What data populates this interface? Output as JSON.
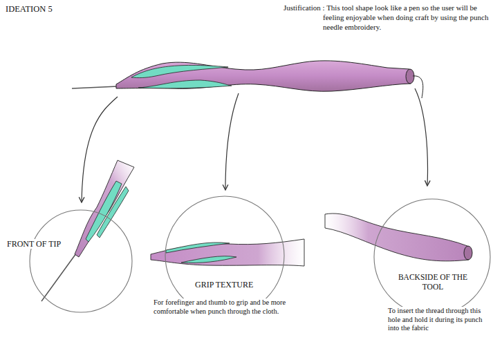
{
  "diagram": {
    "title": "IDEATION 5",
    "nodes": [
      {
        "text": [
          "FRONT OF TIP"
        ]
      },
      {
        "text": [
          "GRIP TEXTURE",
          "For forefinger and thumb to grip and be more comfortable when punch through the cloth."
        ]
      },
      {
        "text": [
          "BACKSIDE OF THE TOOL",
          "To insert the thread through this hole and hold it during its punch into the fabric"
        ]
      }
    ],
    "labels": [
      "Justification : This tool shape look like a pen so the user will be feeling enjoyable when doing craft by using the punch needle embroidery."
    ]
  }
}
